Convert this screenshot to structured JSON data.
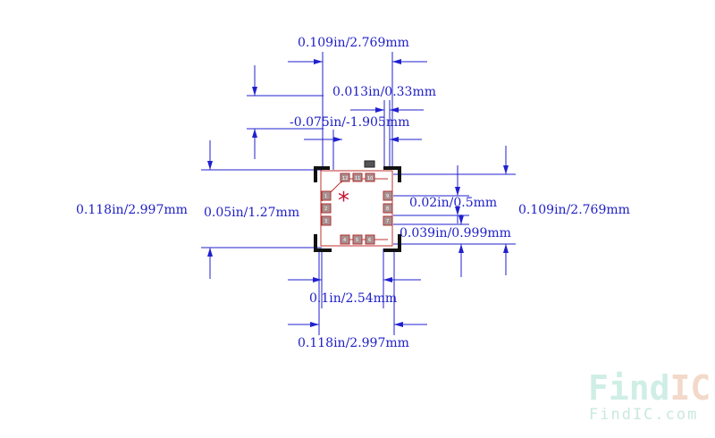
{
  "dimensions": {
    "top_width": "0.109in/2.769mm",
    "pad_width": "0.013in/0.33mm",
    "offset": "-0.075in/-1.905mm",
    "left_height": "0.118in/2.997mm",
    "pitch_vertical": "0.05in/1.27mm",
    "pad_pitch": "0.02in/0.5mm",
    "right_height": "0.109in/2.769mm",
    "pad_length": "0.039in/0.999mm",
    "bottom_pitch": "0.1in/2.54mm",
    "bottom_width": "0.118in/2.997mm"
  },
  "pads": {
    "top": [
      "12",
      "11",
      "10"
    ],
    "left": [
      "1",
      "2",
      "3"
    ],
    "right": [
      "9",
      "8",
      "7"
    ],
    "bottom": [
      "4",
      "5",
      "6"
    ]
  },
  "pin1_marker": "*",
  "logo": {
    "main_left": "Find",
    "main_right": "IC",
    "sub": "FindIC.com",
    "color_left": "#cfeee6",
    "color_right": "#f3d9c9"
  },
  "colors": {
    "dimension": "#2020c8",
    "pad_outline": "#b03030",
    "pin1_star": "#c8102e"
  }
}
